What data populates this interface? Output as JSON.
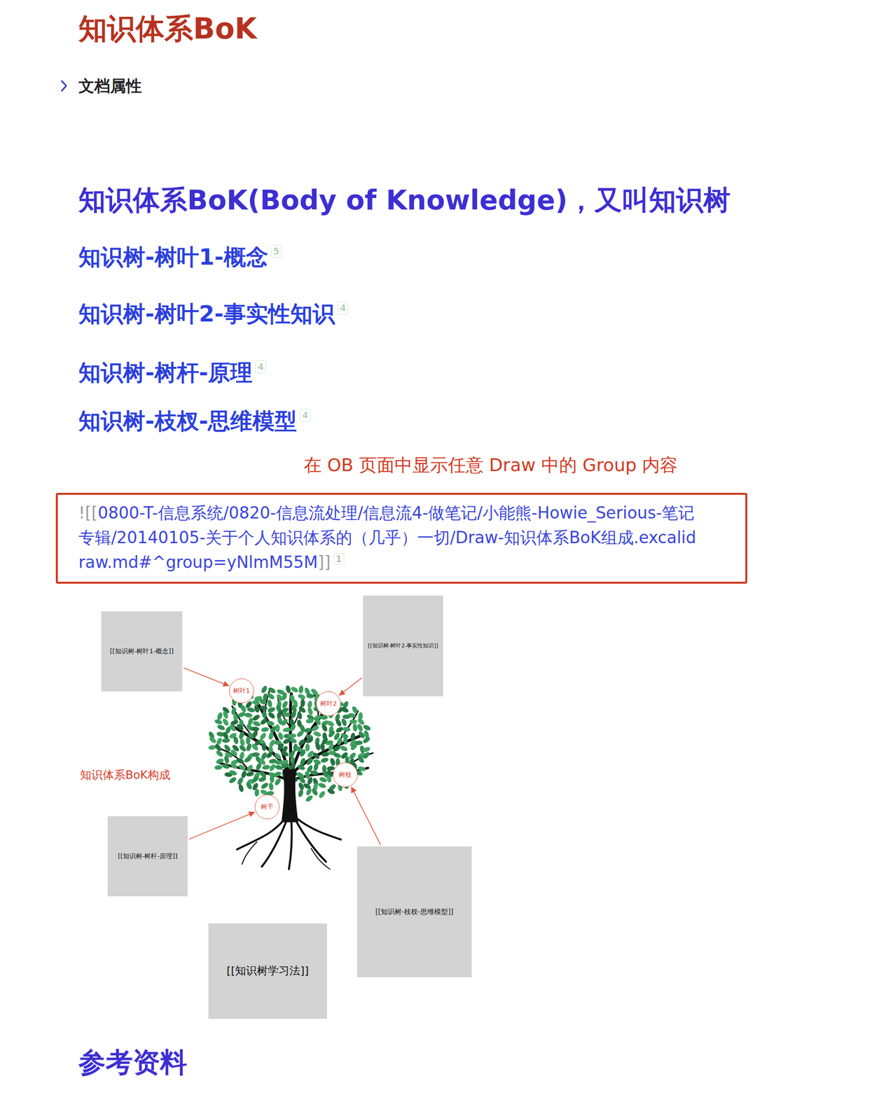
{
  "diagram": {
    "title": "知识体系BoK",
    "nodes": [
      {
        "text": [
          "![[",
          "0800-T-信息系统/0820-信息流处理/信息流4-做笔记/小能熊-Howie_Serious-笔记专辑/20140105-关于个人知识体系的（几乎）一切/Draw-知识体系BoK组成.excalidraw.md#^group=yNlmM55M",
          "]]",
          "1"
        ]
      },
      {
        "text": [
          "[[知识树-树叶1-概念]]"
        ]
      },
      {
        "text": [
          "[[知识树-树叶2-事实性知识]]"
        ]
      },
      {
        "text": [
          "树叶1"
        ]
      },
      {
        "text": [
          "树叶2"
        ]
      },
      {
        "text": [
          "树枝"
        ]
      },
      {
        "text": [
          "树干"
        ]
      },
      {
        "text": [
          "[[知识树-树杆-原理]]"
        ]
      },
      {
        "text": [
          "[[知识树-枝杈-思维模型]]"
        ]
      },
      {
        "text": [
          "[[知识树学习法]]"
        ]
      }
    ],
    "edges": [
      {
        "from": 1,
        "to": 3,
        "arrow": "to"
      },
      {
        "from": 2,
        "to": 4,
        "arrow": "to"
      },
      {
        "from": 7,
        "to": 6,
        "arrow": "to"
      },
      {
        "from": 8,
        "to": 5,
        "arrow": "to"
      }
    ],
    "labels": [
      "文档属性",
      "知识体系BoK(Body of Knowledge)，又叫知识树",
      "知识树-树叶1-概念",
      "5",
      "知识树-树叶2-事实性知识",
      "4",
      "知识树-树杆-原理",
      "4",
      "知识树-枝杈-思维模型",
      "4",
      "在 OB 页面中显示任意 Draw 中的 Group 内容",
      "知识体系BoK构成",
      "参考资料"
    ]
  }
}
